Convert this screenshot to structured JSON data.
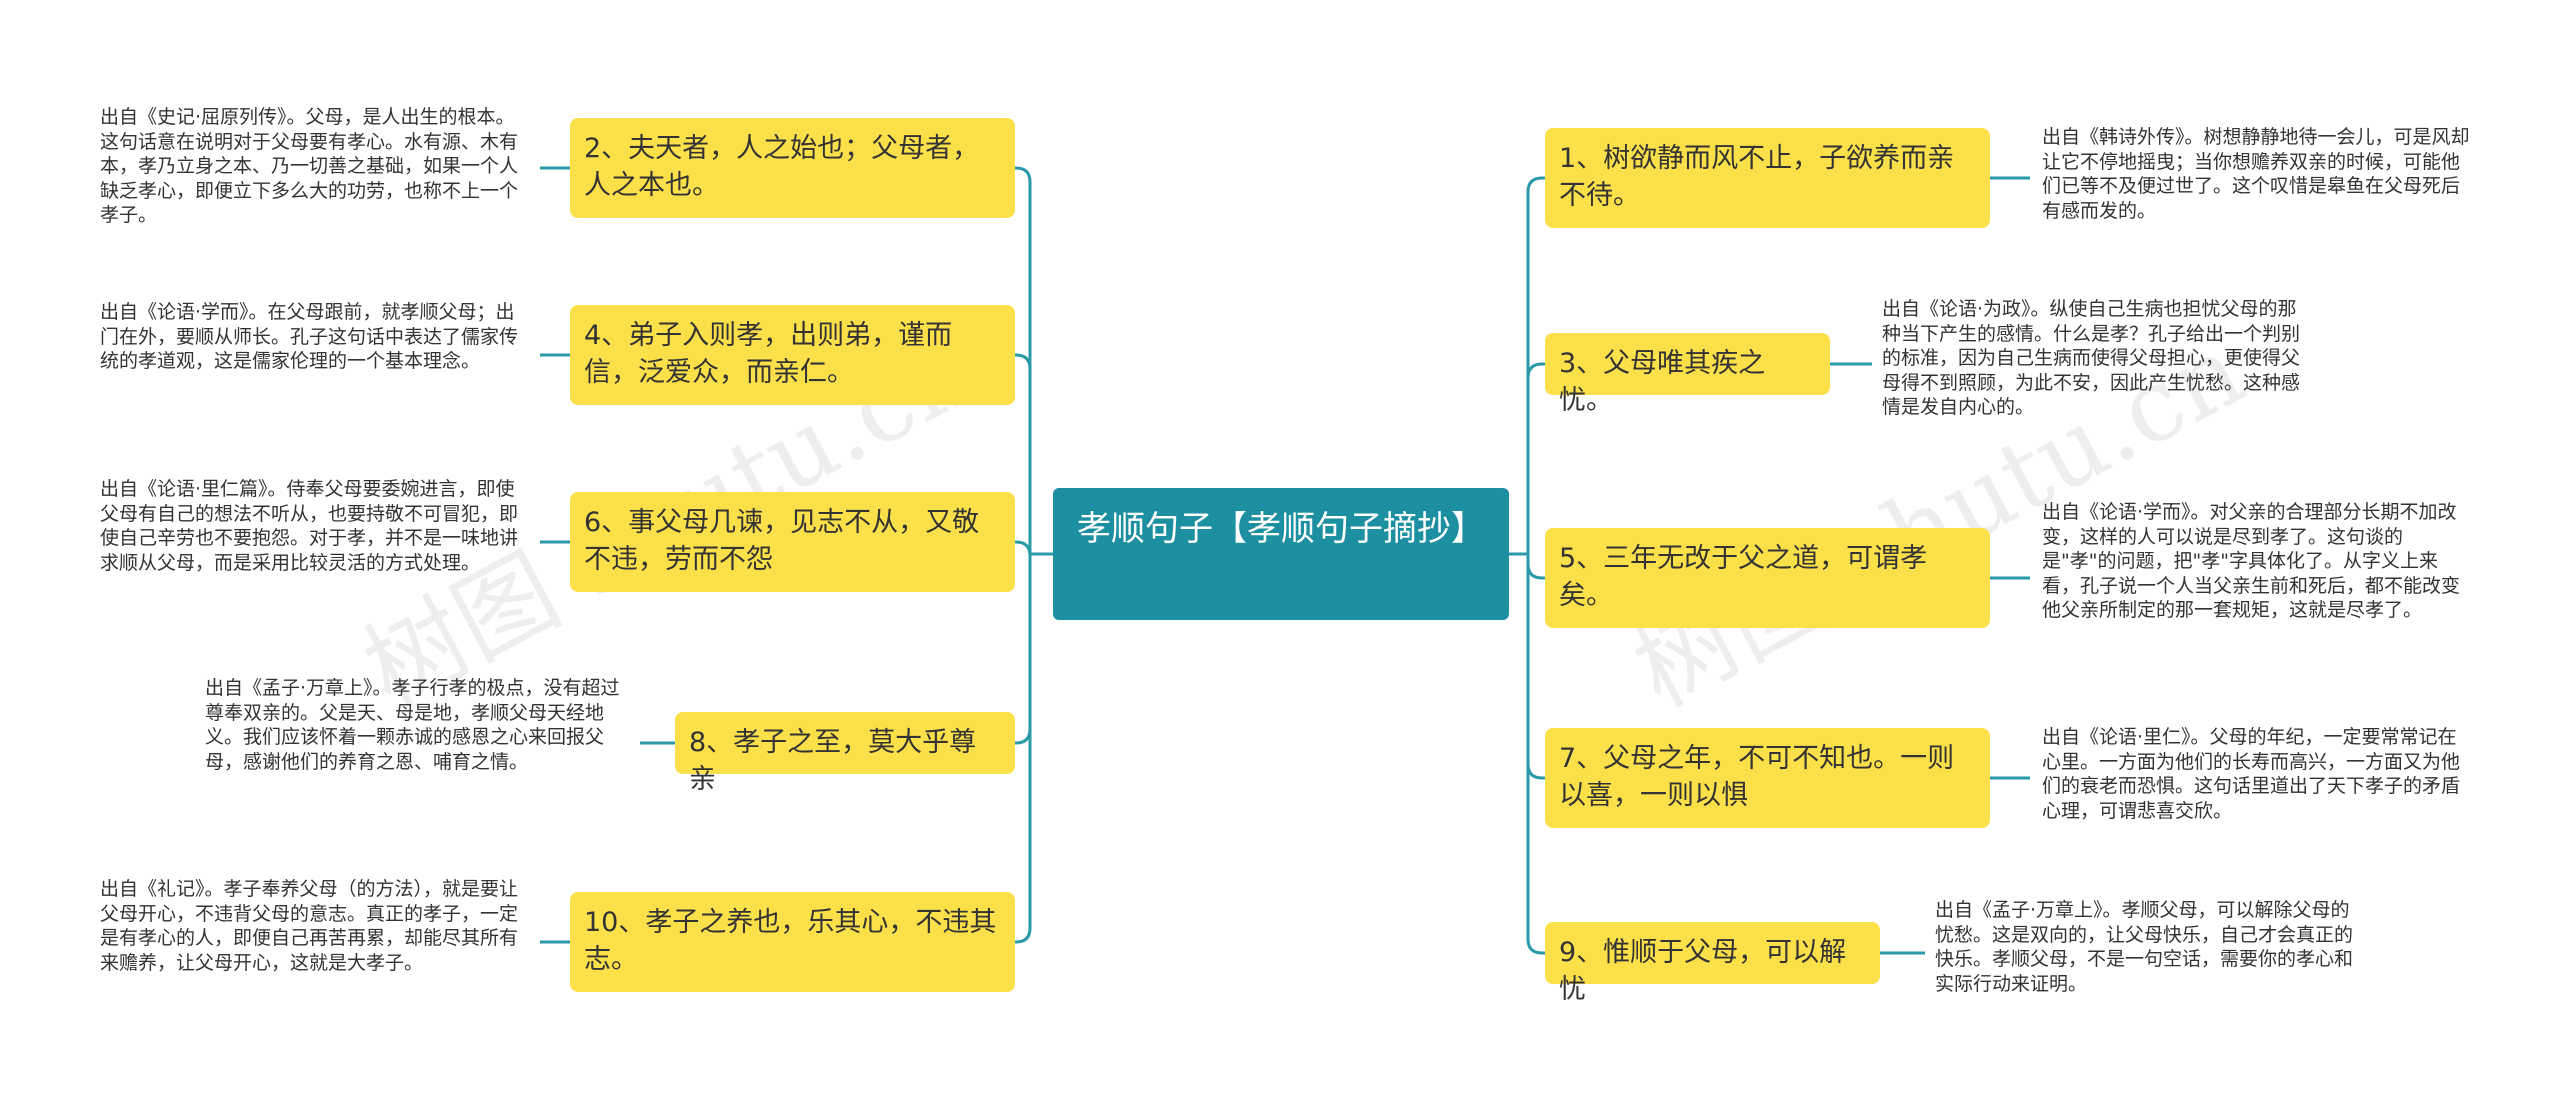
{
  "center": {
    "title": "孝顺句子【孝顺句子摘抄】"
  },
  "branches": [
    {
      "id": "b2",
      "text": "2、夫天者，人之始也；父母者，人之本也。",
      "note": "出自《史记·屈原列传》。父母，是人出生的根本。这句话意在说明对于父母要有孝心。水有源、木有本，孝乃立身之本、乃一切善之基础，如果一个人缺乏孝心，即便立下多么大的功劳，也称不上一个孝子。"
    },
    {
      "id": "b4",
      "text": "4、弟子入则孝，出则弟，谨而信，泛爱众，而亲仁。",
      "note": "出自《论语·学而》。在父母跟前，就孝顺父母；出门在外，要顺从师长。孔子这句话中表达了儒家传统的孝道观，这是儒家伦理的一个基本理念。"
    },
    {
      "id": "b6",
      "text": "6、事父母几谏，见志不从，又敬不违，劳而不怨",
      "note": "出自《论语·里仁篇》。侍奉父母要委婉进言，即使父母有自己的想法不听从，也要持敬不可冒犯，即使自己辛劳也不要抱怨。对于孝，并不是一味地讲求顺从父母，而是采用比较灵活的方式处理。"
    },
    {
      "id": "b8",
      "text": "8、孝子之至，莫大乎尊亲",
      "note": "出自《孟子·万章上》。孝子行孝的极点，没有超过尊奉双亲的。父是天、母是地，孝顺父母天经地义。我们应该怀着一颗赤诚的感恩之心来回报父母，感谢他们的养育之恩、哺育之情。"
    },
    {
      "id": "b10",
      "text": "10、孝子之养也，乐其心，不违其志。",
      "note": "出自《礼记》。孝子奉养父母（的方法），就是要让父母开心，不违背父母的意志。真正的孝子，一定是有孝心的人，即便自己再苦再累，却能尽其所有来赡养，让父母开心，这就是大孝子。"
    },
    {
      "id": "b1",
      "text": "1、树欲静而风不止，子欲养而亲不待。",
      "note": "出自《韩诗外传》。树想静静地待一会儿，可是风却让它不停地摇曳；当你想赡养双亲的时候，可能他们已等不及便过世了。这个叹惜是皋鱼在父母死后有感而发的。"
    },
    {
      "id": "b3",
      "text": "3、父母唯其疾之忧。",
      "note": "出自《论语·为政》。纵使自己生病也担忧父母的那种当下产生的感情。什么是孝？孔子给出一个判别的标准，因为自己生病而使得父母担心，更使得父母得不到照顾，为此不安，因此产生忧愁。这种感情是发自内心的。"
    },
    {
      "id": "b5",
      "text": "5、三年无改于父之道，可谓孝矣。",
      "note": "出自《论语·学而》。对父亲的合理部分长期不加改变，这样的人可以说是尽到孝了。这句谈的是\"孝\"的问题，把\"孝\"字具体化了。从字义上来看，孔子说一个人当父亲生前和死后，都不能改变他父亲所制定的那一套规矩，这就是尽孝了。"
    },
    {
      "id": "b7",
      "text": "7、父母之年，不可不知也。一则以喜，一则以惧",
      "note": "出自《论语·里仁》。父母的年纪，一定要常常记在心里。一方面为他们的长寿而高兴，一方面又为他们的衰老而恐惧。这句话里道出了天下孝子的矛盾心理，可谓悲喜交欣。"
    },
    {
      "id": "b9",
      "text": "9、惟顺于父母，可以解忧",
      "note": "出自《孟子·万章上》。孝顺父母，可以解除父母的忧愁。这是双向的，让父母快乐，自己才会真正的快乐。孝顺父母，不是一句空话，需要你的孝心和实际行动来证明。"
    }
  ],
  "watermark": "树图 shutu.cn",
  "colors": {
    "center": "#1c8fa0",
    "branch": "#fbe04a",
    "line": "#2a9aa8",
    "text": "#333333"
  }
}
